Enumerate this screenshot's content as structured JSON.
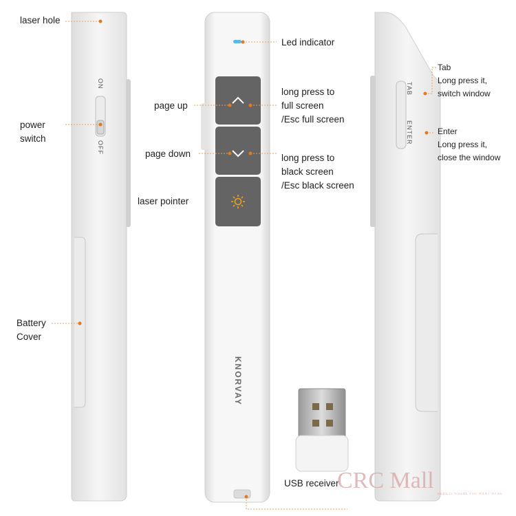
{
  "labels": {
    "laser_hole": "laser hole",
    "power_switch": "power\nswitch",
    "battery_cover": "Battery\nCover",
    "led_indicator": "Led indicator",
    "page_up": "page up",
    "page_down": "page down",
    "laser_pointer": "laser pointer",
    "up_desc": "long press to\nfull screen\n/Esc full screen",
    "down_desc": "long press to\nblack screen\n/Esc black screen",
    "tab": "Tab\nLong press it,\nswitch window",
    "enter": "Enter\nLong press it,\nclose the window",
    "usb_receiver": "USB receiver"
  },
  "device_markings": {
    "on": "ON",
    "off": "OFF",
    "brand": "KNORVAY",
    "tab": "TAB",
    "enter": "ENTER"
  },
  "watermark": {
    "logo": "CRC Mall",
    "tagline": "HERE IS WHERE YOU WANT TO BE"
  },
  "colors": {
    "leader": "#e8a060",
    "dot": "#e07b20",
    "button": "#646464",
    "body": "#f2f2f2"
  },
  "icons": [
    "chevron-up-icon",
    "chevron-down-icon",
    "sun-icon"
  ]
}
